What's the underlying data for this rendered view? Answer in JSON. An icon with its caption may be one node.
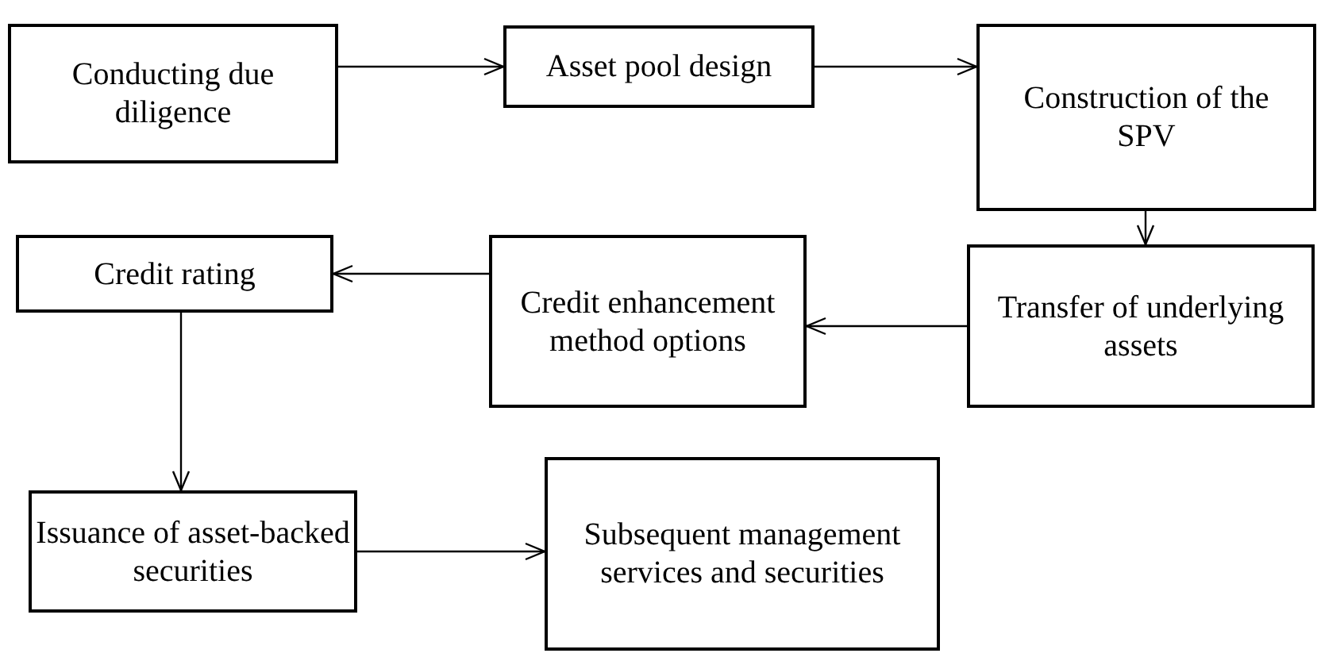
{
  "diagram": {
    "nodes": [
      {
        "text": [
          "Conducting due diligence"
        ]
      },
      {
        "text": [
          "Asset pool design"
        ]
      },
      {
        "text": [
          "Construction of the SPV"
        ]
      },
      {
        "text": [
          "Transfer of underlying assets"
        ]
      },
      {
        "text": [
          "Credit enhancement method options"
        ]
      },
      {
        "text": [
          "Credit rating"
        ]
      },
      {
        "text": [
          "Issuance of asset-backed securities"
        ]
      },
      {
        "text": [
          "Subsequent management services and securities"
        ]
      }
    ],
    "edges": [
      {
        "from": 0,
        "to": 1,
        "arrow": "to"
      },
      {
        "from": 1,
        "to": 2,
        "arrow": "to"
      },
      {
        "from": 2,
        "to": 3,
        "arrow": "to"
      },
      {
        "from": 3,
        "to": 4,
        "arrow": "to"
      },
      {
        "from": 4,
        "to": 5,
        "arrow": "to"
      },
      {
        "from": 5,
        "to": 6,
        "arrow": "to"
      },
      {
        "from": 6,
        "to": 7,
        "arrow": "to"
      }
    ]
  }
}
